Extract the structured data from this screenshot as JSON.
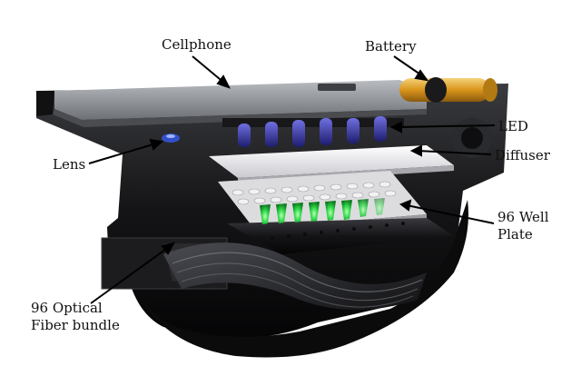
{
  "labels": {
    "cellphone": "Cellphone",
    "battery": "Battery",
    "led": "LED",
    "diffuser": "Diffuser",
    "lens": "Lens",
    "well_plate": [
      "96 Well",
      "Plate"
    ],
    "fiber_bundle": [
      "96 Optical",
      "Fiber bundle"
    ]
  },
  "colors": {
    "housing": "#1a1a1a",
    "phone": "#8f9296",
    "battery": "#e0a62a",
    "led": "#3a3aa8",
    "diffuser": "#e9e9ec",
    "well_glow": "#2fd84a",
    "plate": "#2b2b2b"
  }
}
